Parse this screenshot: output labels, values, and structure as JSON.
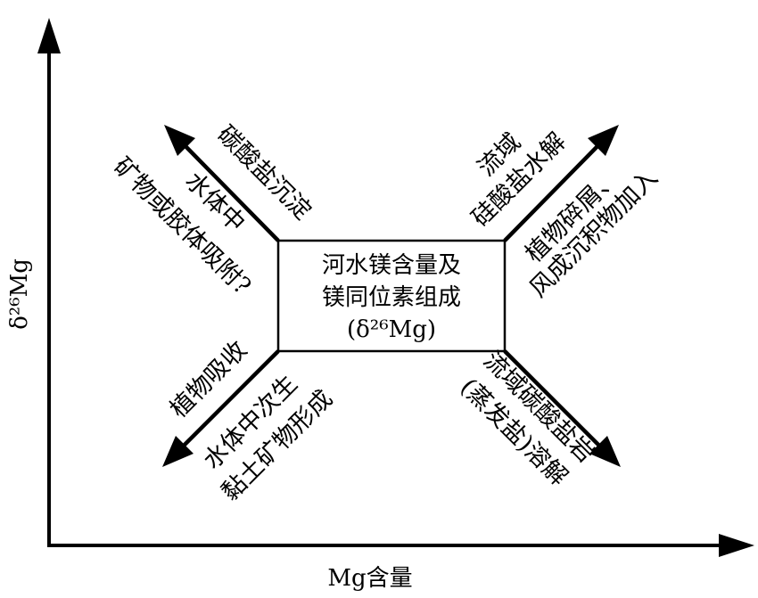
{
  "axes": {
    "x_label": "Mg含量",
    "y_label": "δ²⁶Mg"
  },
  "center_box": {
    "line1": "河水镁含量及",
    "line2": "镁同位素组成",
    "line3": "(δ²⁶Mg)"
  },
  "upper_left": {
    "outer": "碳酸盐沉淀",
    "inner1": "水体中",
    "inner2": "矿物或胶体吸附?"
  },
  "upper_right": {
    "outer1": "流域",
    "outer2": "硅酸盐水解",
    "inner1": "植物碎屑、",
    "inner2": "风成沉积物加入"
  },
  "lower_left": {
    "outer": "植物吸收",
    "inner1": "水体中次生",
    "inner2": "黏土矿物形成"
  },
  "lower_right": {
    "outer1": "流域碳酸盐岩",
    "outer2": "(蒸发盐)溶解"
  }
}
